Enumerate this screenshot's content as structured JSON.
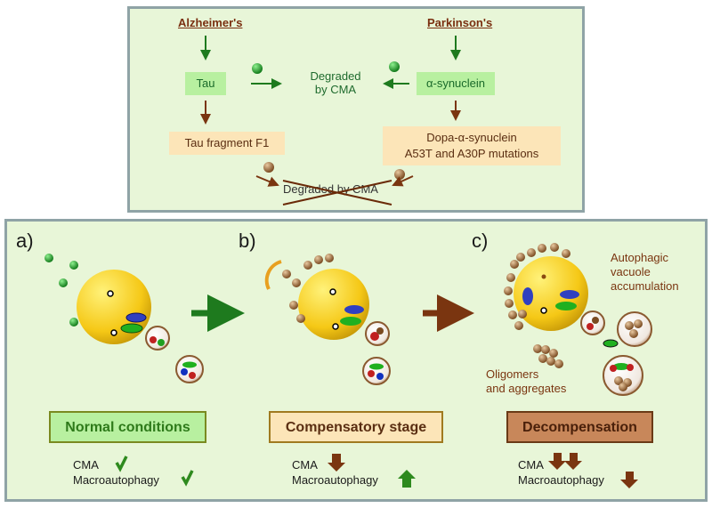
{
  "top": {
    "alzheimers": "Alzheimer's",
    "parkinsons": "Parkinson's",
    "tau": "Tau",
    "alpha_syn": "α-synuclein",
    "degraded_line1": "Degraded",
    "degraded_line2": "by CMA",
    "tau_fragment": "Tau fragment F1",
    "dopa_line1": "Dopa-α-synuclein",
    "dopa_line2": "A53T and A30P mutations",
    "not_degraded": "Degraded by CMA"
  },
  "bottom": {
    "panel_a": "a)",
    "panel_b": "b)",
    "panel_c": "c)",
    "autophagic_line1": "Autophagic",
    "autophagic_line2": "vacuole",
    "autophagic_line3": "accumulation",
    "oligomers_line1": "Oligomers",
    "oligomers_line2": "and aggregates",
    "stage_normal": "Normal conditions",
    "stage_compensatory": "Compensatory stage",
    "stage_decompensation": "Decompensation",
    "cma": "CMA",
    "macroautophagy": "Macroautophagy"
  },
  "colors": {
    "panel_bg": "#e8f6d8",
    "panel_border": "#8fa3a6",
    "green_arrow": "#1e7a1e",
    "brown_arrow": "#7a3510",
    "lysosome": "#f7d31c"
  }
}
